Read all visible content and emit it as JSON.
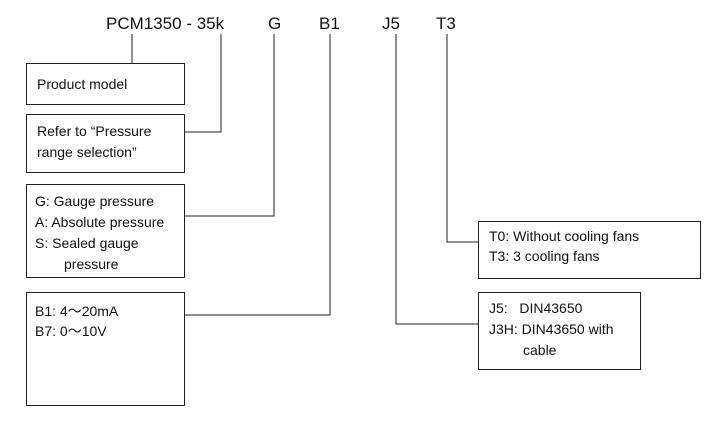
{
  "model_code": {
    "base": "PCM1350 - 35k",
    "parts": [
      "G",
      "B1",
      "J5",
      "T3"
    ]
  },
  "boxes": {
    "product_model": [
      "Product model"
    ],
    "pressure_range": [
      "Refer to “Pressure",
      "range selection”"
    ],
    "pressure_type": [
      "G: Gauge pressure",
      "A: Absolute pressure",
      "S: Sealed gauge",
      "pressure"
    ],
    "output_signal": [
      "B1: 4～20mA",
      "B7: 0～10V"
    ],
    "connector": [
      "J5:   DIN43650",
      "J3H: DIN43650 with",
      "cable"
    ],
    "cooling": [
      "T0: Without cooling fans",
      "T3: 3 cooling fans"
    ]
  }
}
